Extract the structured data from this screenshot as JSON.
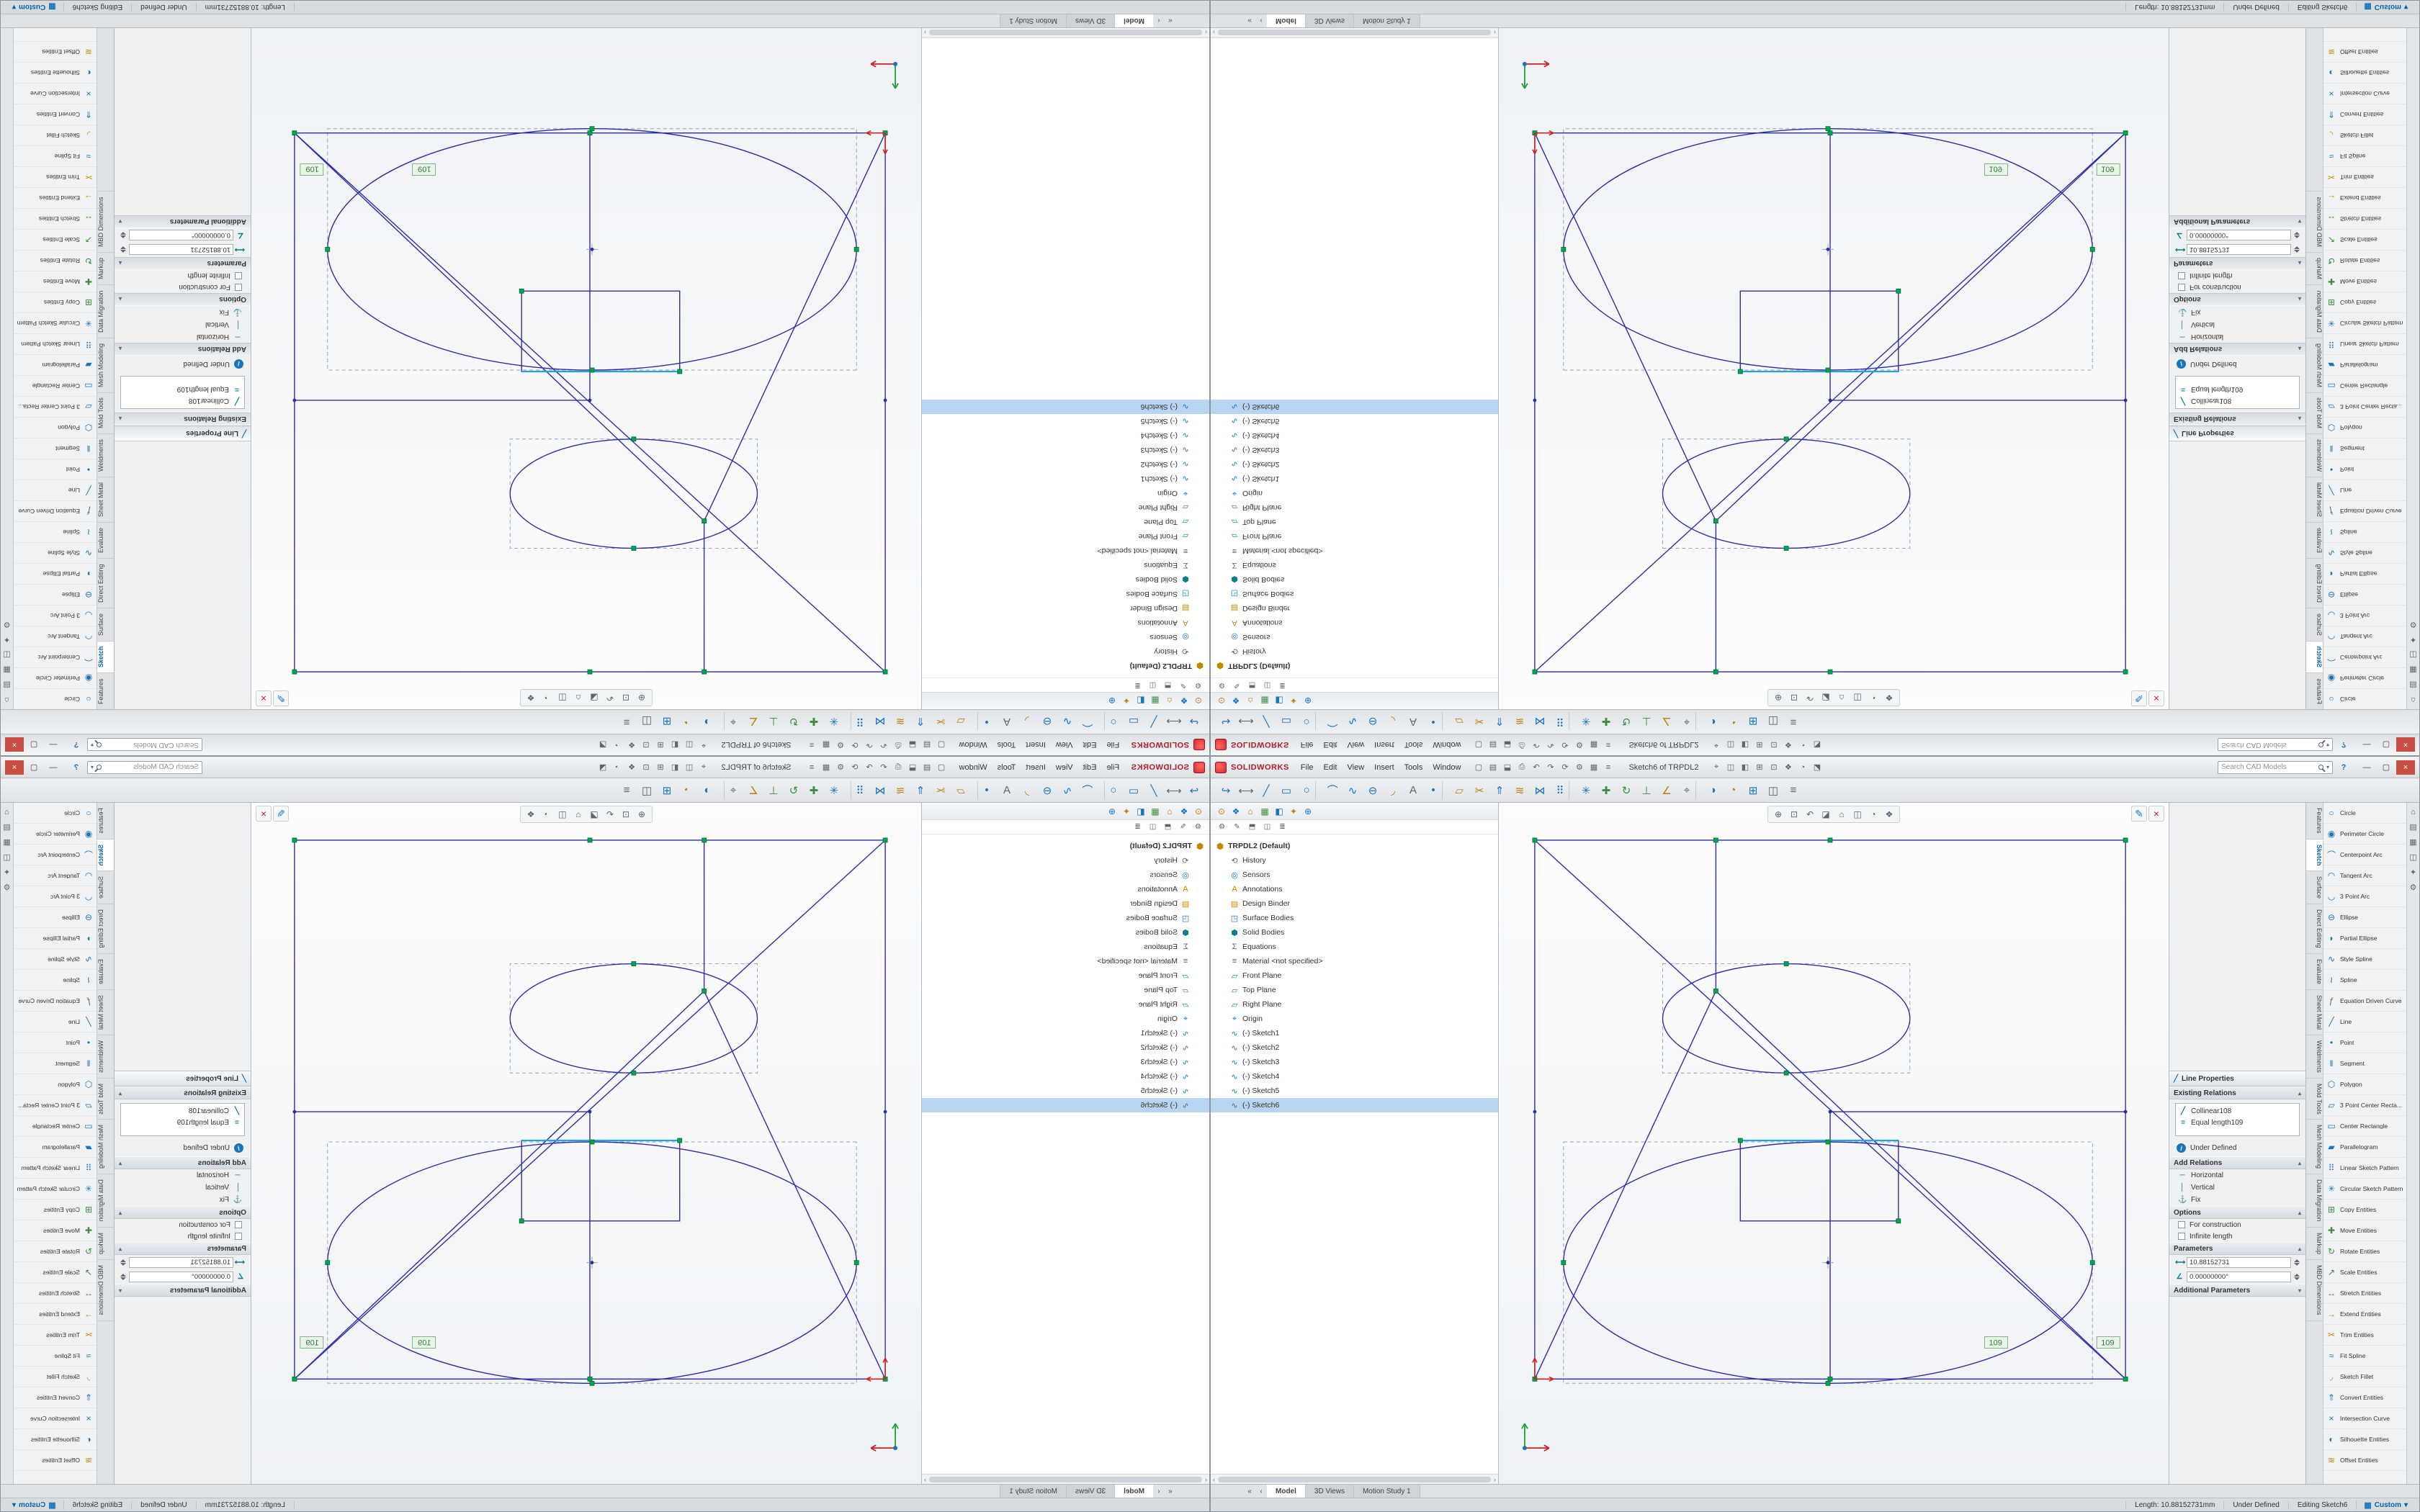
{
  "colors": {
    "accent": "#1a74bc",
    "brand_red": "#cf2030",
    "sketch_blue": "#2e2ea2",
    "handle_green": "#00a650",
    "select_blue": "#b7d4f0",
    "panel_bg": "#eef0f2",
    "chrome": "#e3e6e9",
    "status_bg": "#d8dcdf",
    "origin_red": "#d02020",
    "dim_green": "#2e7d32"
  },
  "titlebar": {
    "brand": "SOLIDWORKS",
    "menus": [
      "File",
      "Edit",
      "View",
      "Insert",
      "Tools",
      "Window"
    ],
    "qat_icons": [
      {
        "name": "new-file-icon",
        "glyph": "▢"
      },
      {
        "name": "open-file-icon",
        "glyph": "▤"
      },
      {
        "name": "save-icon",
        "glyph": "⬓"
      },
      {
        "name": "print-icon",
        "glyph": "⎙"
      },
      {
        "name": "undo-icon",
        "glyph": "↶"
      },
      {
        "name": "redo-icon",
        "glyph": "↷"
      },
      {
        "name": "rebuild-icon",
        "glyph": "⟳"
      },
      {
        "name": "options-gear-icon",
        "glyph": "⚙"
      },
      {
        "name": "file-properties-icon",
        "glyph": "▦"
      },
      {
        "name": "selection-filter-icon",
        "glyph": "≡"
      }
    ],
    "doc_title": "Sketch6 of TRPDL2",
    "mid_icons": [
      {
        "name": "zoom-fit-icon",
        "glyph": "⌖"
      },
      {
        "name": "display-style-icon",
        "glyph": "◫"
      },
      {
        "name": "hide-show-icon",
        "glyph": "◧"
      },
      {
        "name": "view-settings-icon",
        "glyph": "⊞"
      },
      {
        "name": "section-view-icon",
        "glyph": "⊡"
      },
      {
        "name": "appearance-icon",
        "glyph": "❖"
      },
      {
        "name": "view-orientation-icon",
        "glyph": "◔"
      },
      {
        "name": "shadow-icon",
        "glyph": "⬔"
      }
    ],
    "search": {
      "placeholder": "Search CAD Models",
      "caret": "▾"
    },
    "help": "?",
    "win": {
      "min": "—",
      "max": "▢",
      "close": "×"
    }
  },
  "command_bar": {
    "icons": [
      {
        "name": "exit-sketch-icon",
        "glyph": "↪",
        "c": "b"
      },
      {
        "name": "smart-dimension-icon",
        "glyph": "⟷",
        "c": "k"
      },
      {
        "name": "line-icon",
        "glyph": "╱",
        "c": "b"
      },
      {
        "name": "corner-rectangle-icon",
        "glyph": "▭",
        "c": "b"
      },
      {
        "name": "circle-icon",
        "glyph": "○",
        "c": "b"
      },
      {
        "name": "centerpoint-arc-icon",
        "glyph": "⌒",
        "c": "b"
      },
      {
        "name": "spline-icon",
        "glyph": "∿",
        "c": "b"
      },
      {
        "name": "ellipse-icon",
        "glyph": "⊖",
        "c": "b"
      },
      {
        "name": "sketch-fillet-icon",
        "glyph": "◞",
        "c": "o"
      },
      {
        "name": "text-icon",
        "glyph": "A",
        "c": "k"
      },
      {
        "name": "point-icon",
        "glyph": "•",
        "c": "b"
      },
      {
        "name": "plane-icon",
        "glyph": "▱",
        "c": "o"
      },
      {
        "name": "trim-entities-icon",
        "glyph": "✂",
        "c": "o"
      },
      {
        "name": "convert-entities-icon",
        "glyph": "⇑",
        "c": "b"
      },
      {
        "name": "offset-entities-icon",
        "glyph": "≋",
        "c": "o"
      },
      {
        "name": "mirror-entities-icon",
        "glyph": "⋈",
        "c": "b"
      },
      {
        "name": "linear-pattern-icon",
        "glyph": "⠿",
        "c": "b"
      },
      {
        "name": "circular-pattern-icon",
        "glyph": "✳",
        "c": "b"
      },
      {
        "name": "move-entities-icon",
        "glyph": "✚",
        "c": "g"
      },
      {
        "name": "rotate-entities-icon",
        "glyph": "↻",
        "c": "g"
      },
      {
        "name": "display-relations-icon",
        "glyph": "⊥",
        "c": "g"
      },
      {
        "name": "repair-sketch-icon",
        "glyph": "∠",
        "c": "o"
      },
      {
        "name": "quick-snaps-icon",
        "glyph": "⌖",
        "c": "k"
      },
      {
        "name": "rapid-sketch-icon",
        "glyph": "◑",
        "c": "b"
      },
      {
        "name": "shaded-contours-icon",
        "glyph": "◔",
        "c": "o"
      },
      {
        "name": "instant2d-icon",
        "glyph": "⊞",
        "c": "b"
      },
      {
        "name": "sketch-picture-icon",
        "glyph": "◫",
        "c": "k"
      },
      {
        "name": "units-icon",
        "glyph": "≡",
        "c": "k"
      }
    ]
  },
  "tree": {
    "toolbar_icons": [
      {
        "name": "tree-filter-icon",
        "glyph": "⊙",
        "c": "o"
      },
      {
        "name": "tree-display-icon",
        "glyph": "❖",
        "c": "b"
      },
      {
        "name": "tree-home-icon",
        "glyph": "⌂",
        "c": "o"
      },
      {
        "name": "tree-grid-icon",
        "glyph": "▦",
        "c": "g"
      },
      {
        "name": "tree-pane-icon",
        "glyph": "◧",
        "c": "b"
      },
      {
        "name": "tree-appearance-icon",
        "glyph": "✦",
        "c": "o"
      },
      {
        "name": "tree-expand-icon",
        "glyph": "⊕",
        "c": "b"
      }
    ],
    "tab_icons": [
      {
        "name": "featuremanager-tab-icon",
        "glyph": "⚙"
      },
      {
        "name": "propertymanager-tab-icon",
        "glyph": "✎"
      },
      {
        "name": "configuration-tab-icon",
        "glyph": "⬒"
      },
      {
        "name": "dimxpert-tab-icon",
        "glyph": "◫"
      },
      {
        "name": "displaymanager-tab-icon",
        "glyph": "≣"
      }
    ],
    "items": [
      {
        "label": "TRPDL2 (Default)",
        "glyph": "⬢",
        "c": "go",
        "cls": "i0 root"
      },
      {
        "label": "History",
        "glyph": "⟲",
        "c": "gk",
        "cls": "i1"
      },
      {
        "label": "Sensors",
        "glyph": "◎",
        "c": "gb",
        "cls": "i1"
      },
      {
        "label": "Annotations",
        "glyph": "A",
        "c": "go",
        "cls": "i1"
      },
      {
        "label": "Design Binder",
        "glyph": "▤",
        "c": "go",
        "cls": "i1"
      },
      {
        "label": "Surface Bodies",
        "glyph": "◳",
        "c": "gb",
        "cls": "i1"
      },
      {
        "label": "Solid Bodies",
        "glyph": "⬢",
        "c": "gt",
        "cls": "i1"
      },
      {
        "label": "Equations",
        "glyph": "Σ",
        "c": "gk",
        "cls": "i1"
      },
      {
        "label": "Material <not specified>",
        "glyph": "≡",
        "c": "gk",
        "cls": "i1"
      },
      {
        "label": "Front Plane",
        "glyph": "▱",
        "c": "gt",
        "cls": "i1"
      },
      {
        "label": "Top Plane",
        "glyph": "▱",
        "c": "gt",
        "cls": "i1"
      },
      {
        "label": "Right Plane",
        "glyph": "▱",
        "c": "gt",
        "cls": "i1"
      },
      {
        "label": "Origin",
        "glyph": "⌖",
        "c": "gb",
        "cls": "i1"
      },
      {
        "label": "(-) Sketch1",
        "glyph": "∿",
        "c": "gb",
        "cls": "i1"
      },
      {
        "label": "(-) Sketch2",
        "glyph": "∿",
        "c": "gb",
        "cls": "i1"
      },
      {
        "label": "(-) Sketch3",
        "glyph": "∿",
        "c": "gb",
        "cls": "i1"
      },
      {
        "label": "(-) Sketch4",
        "glyph": "∿",
        "c": "gb",
        "cls": "i1"
      },
      {
        "label": "(-) Sketch5",
        "glyph": "∿",
        "c": "gb",
        "cls": "i1"
      },
      {
        "label": "(-) Sketch6",
        "glyph": "∿",
        "c": "gb",
        "cls": "i1 sel"
      }
    ],
    "scroll": {
      "left": "‹",
      "right": "›"
    }
  },
  "graphics": {
    "dims": [
      "109",
      "109"
    ],
    "headsup_icons": [
      {
        "name": "zoom-fit-icon",
        "glyph": "⊕"
      },
      {
        "name": "zoom-area-icon",
        "glyph": "⊡"
      },
      {
        "name": "previous-view-icon",
        "glyph": "↶"
      },
      {
        "name": "section-view-icon",
        "glyph": "◪"
      },
      {
        "name": "view-orientation-icon",
        "glyph": "⌂"
      },
      {
        "name": "display-style-icon",
        "glyph": "◫"
      },
      {
        "name": "hide-show-items-icon",
        "glyph": "◔"
      },
      {
        "name": "scene-icon",
        "glyph": "❖"
      }
    ],
    "confirm_icons": [
      {
        "name": "confirm-sketch-icon",
        "glyph": "✎"
      },
      {
        "name": "cancel-sketch-icon",
        "glyph": "×"
      }
    ]
  },
  "pm": {
    "icon": "╱",
    "title": "Line Properties",
    "caret_up": "▴",
    "caret_down": "▾",
    "existing": {
      "header": "Existing Relations",
      "items": [
        {
          "glyph": "╱",
          "label": "Collinear108"
        },
        {
          "glyph": "=",
          "label": "Equal length109"
        }
      ]
    },
    "info": {
      "icon": "i",
      "text": "Under Defined"
    },
    "add": {
      "header": "Add Relations",
      "items": [
        {
          "glyph": "─",
          "label": "Horizontal"
        },
        {
          "glyph": "│",
          "label": "Vertical"
        },
        {
          "glyph": "⚓",
          "label": "Fix"
        }
      ]
    },
    "options": {
      "header": "Options",
      "items": [
        "For construction",
        "Infinite length"
      ]
    },
    "params": {
      "header": "Parameters",
      "items": [
        {
          "glyph": "⟷",
          "value": "10.88152731"
        },
        {
          "glyph": "∠",
          "value": "0.00000000°"
        }
      ]
    },
    "additional": {
      "header": "Additional Parameters"
    }
  },
  "cm_tabs": {
    "items": [
      {
        "label": "Features"
      },
      {
        "label": "Sketch",
        "cls": "active"
      },
      {
        "label": "Surface"
      },
      {
        "label": "Direct Editing"
      },
      {
        "label": "Evaluate"
      },
      {
        "label": "Sheet Metal"
      },
      {
        "label": "Weldments"
      },
      {
        "label": "Mold Tools"
      },
      {
        "label": "Mesh Modeling"
      },
      {
        "label": "Data Migration"
      },
      {
        "label": "Markup"
      },
      {
        "label": "MBD Dimensions"
      }
    ]
  },
  "tool_flyout": [
    {
      "label": "Circle",
      "glyph": "○",
      "c": "gb"
    },
    {
      "label": "Perimeter Circle",
      "glyph": "◉",
      "c": "gb"
    },
    {
      "label": "Centerpoint Arc",
      "glyph": "⌒",
      "c": "gb"
    },
    {
      "label": "Tangent Arc",
      "glyph": "◠",
      "c": "gb"
    },
    {
      "label": "3 Point Arc",
      "glyph": "◡",
      "c": "gb"
    },
    {
      "label": "Ellipse",
      "glyph": "⊖",
      "c": "gb"
    },
    {
      "label": "Partial Ellipse",
      "glyph": "◗",
      "c": "gb"
    },
    {
      "label": "Style Spline",
      "glyph": "∿",
      "c": "gb"
    },
    {
      "label": "Spline",
      "glyph": "≀",
      "c": "gb"
    },
    {
      "label": "Equation Driven Curve",
      "glyph": "ƒ",
      "c": "gk"
    },
    {
      "label": "Line",
      "glyph": "╱",
      "c": "gb"
    },
    {
      "label": "Point",
      "glyph": "•",
      "c": "gb"
    },
    {
      "label": "Segment",
      "glyph": "‖",
      "c": "gb"
    },
    {
      "label": "Polygon",
      "glyph": "⬡",
      "c": "gb"
    },
    {
      "label": "3 Point Center Recta...",
      "glyph": "▱",
      "c": "gb"
    },
    {
      "label": "Center Rectangle",
      "glyph": "▭",
      "c": "gb"
    },
    {
      "label": "Parallelogram",
      "glyph": "▰",
      "c": "gb"
    },
    {
      "label": "Linear Sketch Pattern",
      "glyph": "⠿",
      "c": "gb"
    },
    {
      "label": "Circular Sketch Pattern",
      "glyph": "✳",
      "c": "gb"
    },
    {
      "label": "Copy Entities",
      "glyph": "⊞",
      "c": "gg"
    },
    {
      "label": "Move Entities",
      "glyph": "✚",
      "c": "gg"
    },
    {
      "label": "Rotate Entities",
      "glyph": "↻",
      "c": "gg"
    },
    {
      "label": "Scale Entities",
      "glyph": "↗",
      "c": "gg"
    },
    {
      "label": "Stretch Entities",
      "glyph": "↔",
      "c": "gg"
    },
    {
      "label": "Extend Entities",
      "glyph": "→",
      "c": "go"
    },
    {
      "label": "Trim Entities",
      "glyph": "✂",
      "c": "go"
    },
    {
      "label": "Fit Spline",
      "glyph": "≈",
      "c": "gb"
    },
    {
      "label": "Sketch Fillet",
      "glyph": "◞",
      "c": "go"
    },
    {
      "label": "Convert Entities",
      "glyph": "⇑",
      "c": "gb"
    },
    {
      "label": "Intersection Curve",
      "glyph": "×",
      "c": "gb"
    },
    {
      "label": "Silhouette Entities",
      "glyph": "◐",
      "c": "gb"
    },
    {
      "label": "Offset Entities",
      "glyph": "≋",
      "c": "go"
    }
  ],
  "edge_icons": [
    {
      "name": "resources-tab-icon",
      "glyph": "⌂"
    },
    {
      "name": "design-library-tab-icon",
      "glyph": "▤"
    },
    {
      "name": "file-explorer-tab-icon",
      "glyph": "▦"
    },
    {
      "name": "view-palette-tab-icon",
      "glyph": "◫"
    },
    {
      "name": "appearances-tab-icon",
      "glyph": "✦"
    },
    {
      "name": "custom-properties-tab-icon",
      "glyph": "⚙"
    }
  ],
  "bottom": {
    "nav": [
      "«",
      "‹"
    ],
    "tabs": [
      {
        "label": "Model",
        "cls": "active"
      },
      {
        "label": "3D Views"
      },
      {
        "label": "Motion Study 1"
      }
    ],
    "status": [
      "Length: 10.88152731mm",
      "Under Defined",
      "Editing Sketch6"
    ],
    "grid_icon": "▦",
    "mode": "Custom",
    "mode_caret": "▾"
  }
}
